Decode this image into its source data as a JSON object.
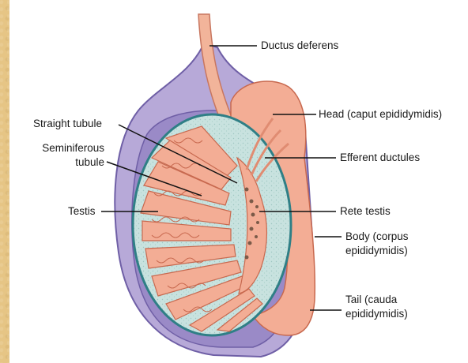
{
  "diagram": {
    "colors": {
      "tunica_outer": "#b7a9d8",
      "tunica_inner": "#8f7fc0",
      "testis_fill": "#c8e2df",
      "tubule": "#f0a98f",
      "tubule_dark": "#d9705a",
      "leader": "#111111",
      "background": "#e6c585"
    },
    "labels": {
      "ductus_deferens": "Ductus deferens",
      "head": "Head (caput epididymidis)",
      "efferent_ductules": "Efferent ductules",
      "rete_testis": "Rete testis",
      "body_line1": "Body (corpus",
      "body_line2": "epididymidis)",
      "tail_line1": "Tail (cauda",
      "tail_line2": "epididymidis)",
      "straight_tubule": "Straight tubule",
      "seminiferous_line1": "Seminiferous",
      "seminiferous_line2": "tubule",
      "testis": "Testis"
    }
  }
}
